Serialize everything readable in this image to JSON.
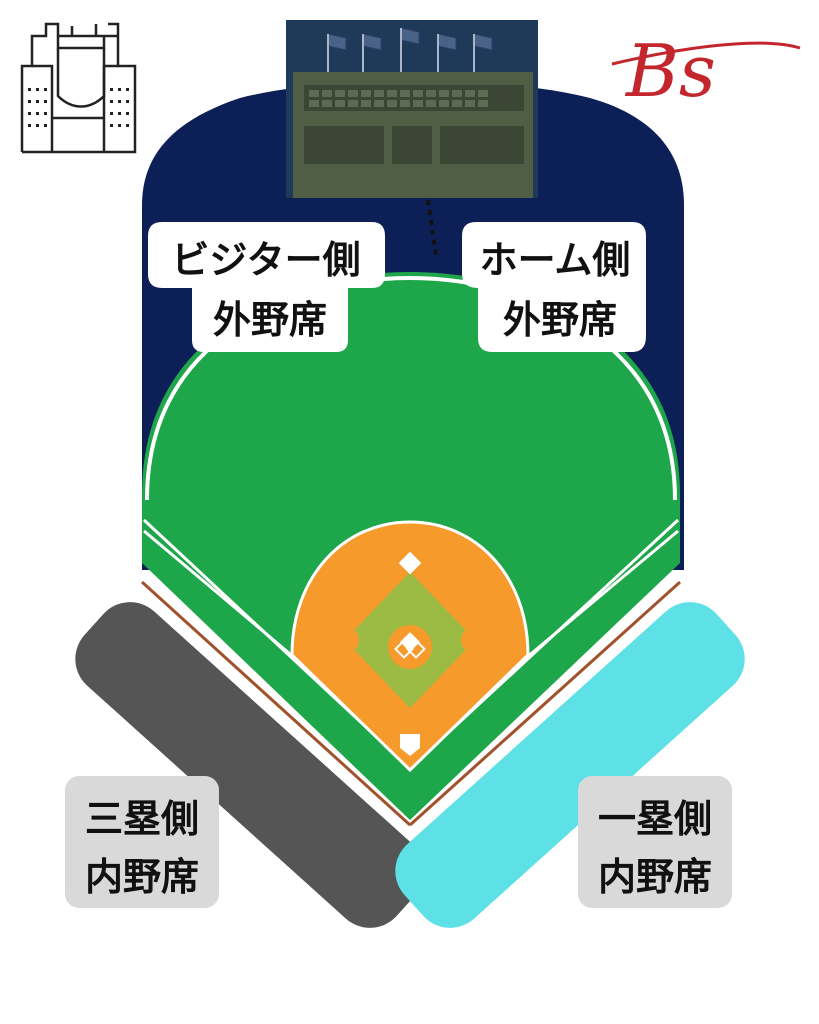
{
  "labels": {
    "visitor_outfield": {
      "line1": "ビジター側",
      "line2": "外野席"
    },
    "home_outfield": {
      "line1": "ホーム側",
      "line2": "外野席"
    },
    "third_base_infield": {
      "line1": "三塁側",
      "line2": "内野席"
    },
    "first_base_infield": {
      "line1": "一塁側",
      "line2": "内野席"
    }
  },
  "logo": {
    "text": "Bs"
  },
  "icons": {
    "stadium": "stadium-building-icon",
    "scoreboard": "scoreboard-icon",
    "logo": "team-logo-icon"
  },
  "colors": {
    "outfield_stands": "#0c1f57",
    "field_grass": "#1ea64a",
    "infield_dirt": "#f59a2b",
    "infield_grass": "#9bbb45",
    "third_base_stand": "#555555",
    "first_base_stand": "#5de1e6",
    "label_bg": "#ffffff",
    "infield_label_bg": "#d9d9d9",
    "logo": "#c4262e"
  }
}
